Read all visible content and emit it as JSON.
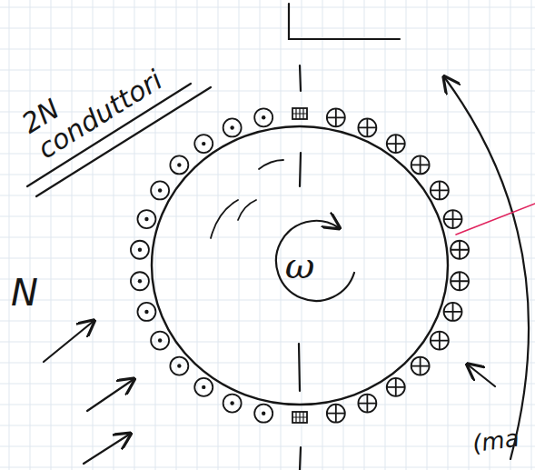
{
  "diagram": {
    "nodes": [
      {
        "text": [
          "ω"
        ]
      }
    ],
    "labels": [
      "2N conduttori",
      "N",
      "(ma"
    ]
  }
}
